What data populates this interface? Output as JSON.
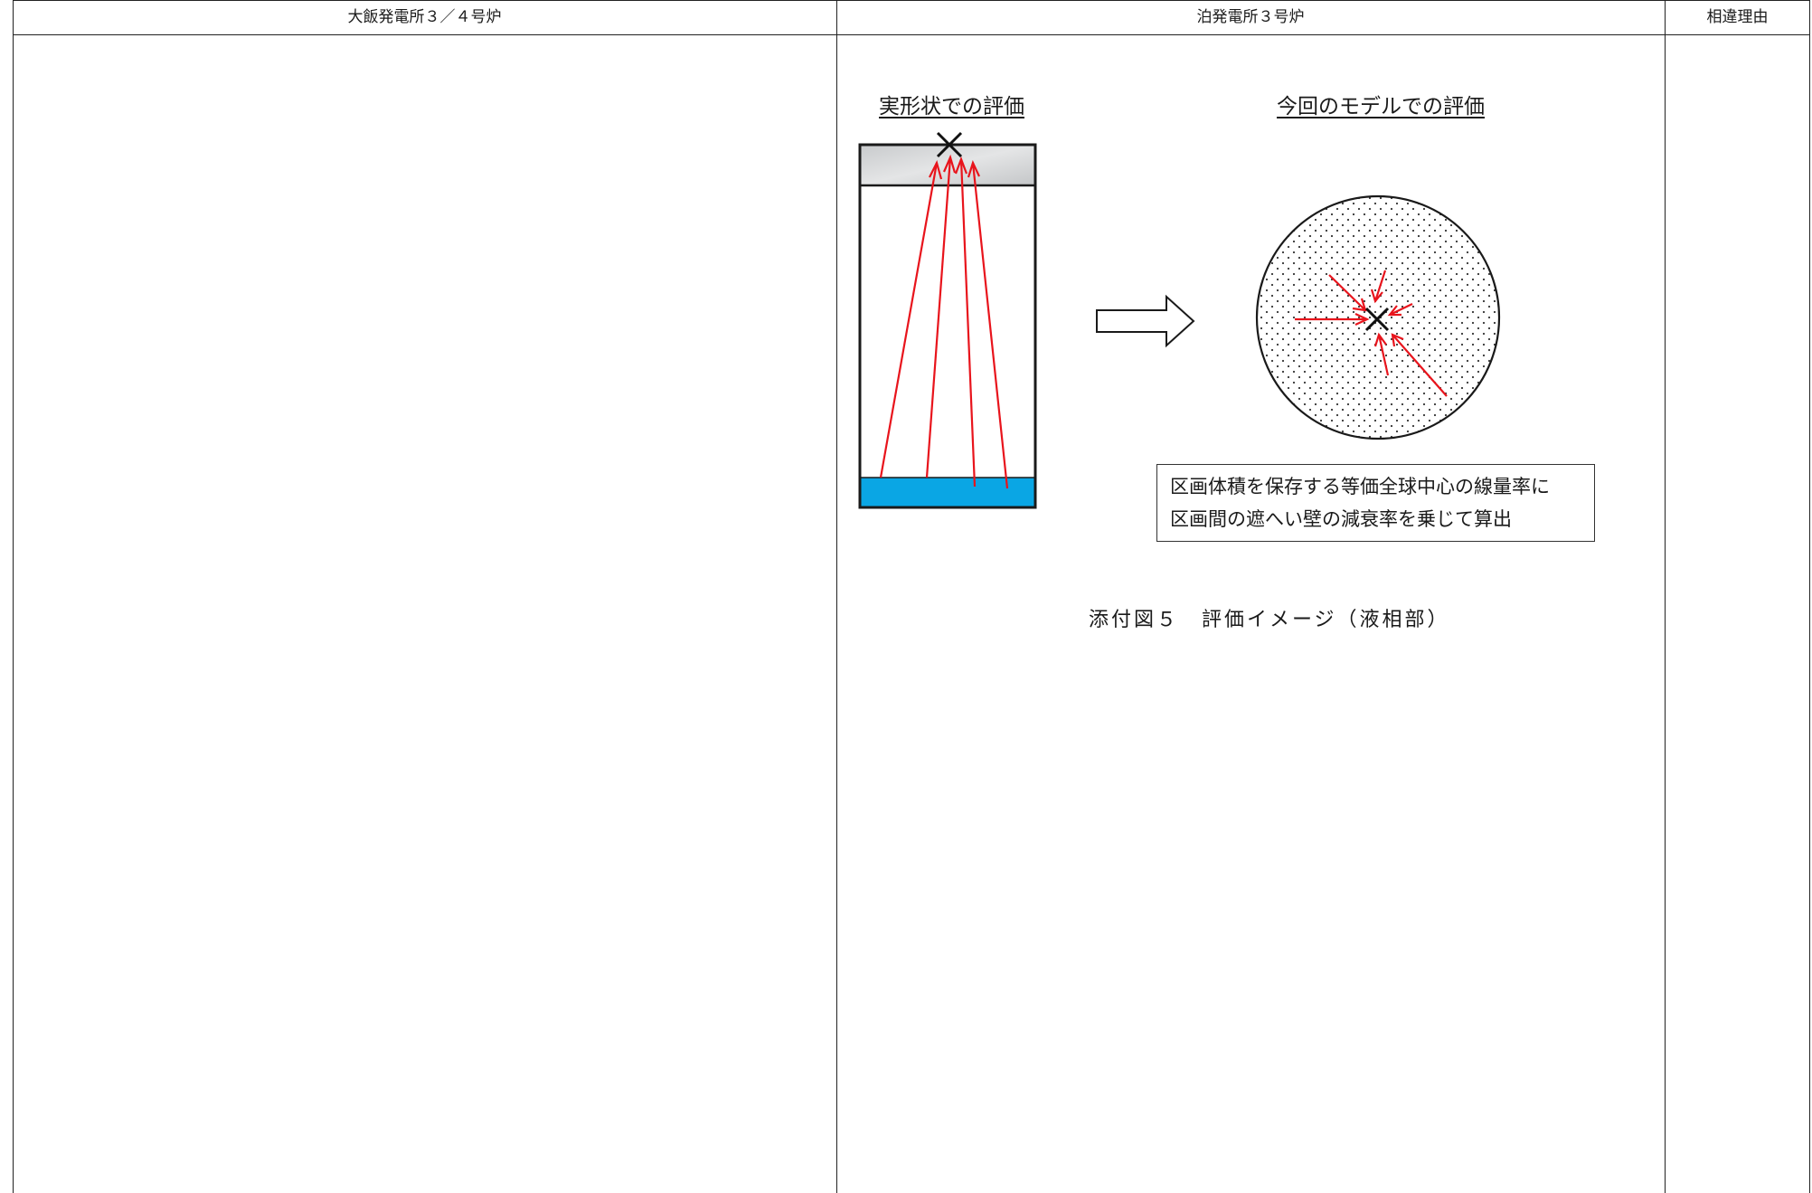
{
  "table": {
    "headers": {
      "left": "大飯発電所３／４号炉",
      "middle": "泊発電所３号炉",
      "right": "相違理由"
    }
  },
  "figure": {
    "left_title": "実形状での評価",
    "right_title": "今回のモデルでの評価",
    "note_line1": "区画体積を保存する等価全球中心の線量率に",
    "note_line2": "区画間の遮へい壁の減衰率を乗じて算出",
    "caption": "添付図５　評価イメージ（液相部）",
    "colors": {
      "arrow": "#e8141c",
      "liquid": "#0aa6e4",
      "ceiling": "#d2d4d6",
      "outline": "#1a1a1a"
    }
  }
}
